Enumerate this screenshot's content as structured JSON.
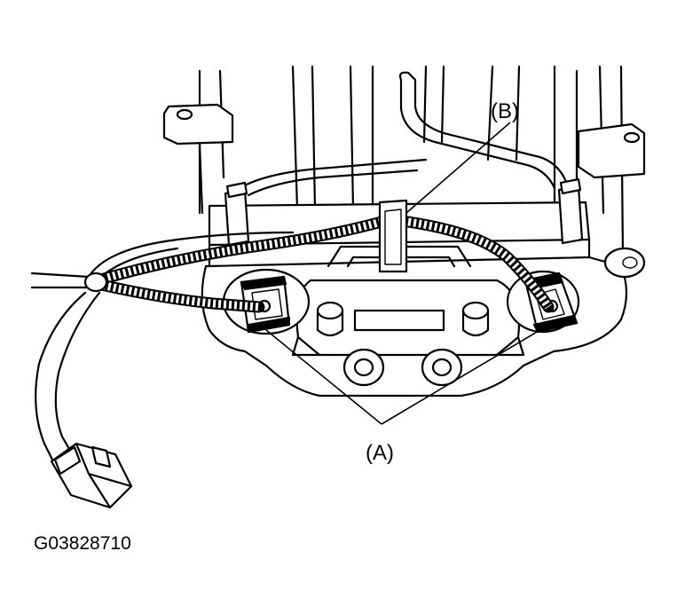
{
  "figure": {
    "callouts": {
      "a": "(A)",
      "b": "(B)"
    },
    "figure_code": "G03828710"
  }
}
